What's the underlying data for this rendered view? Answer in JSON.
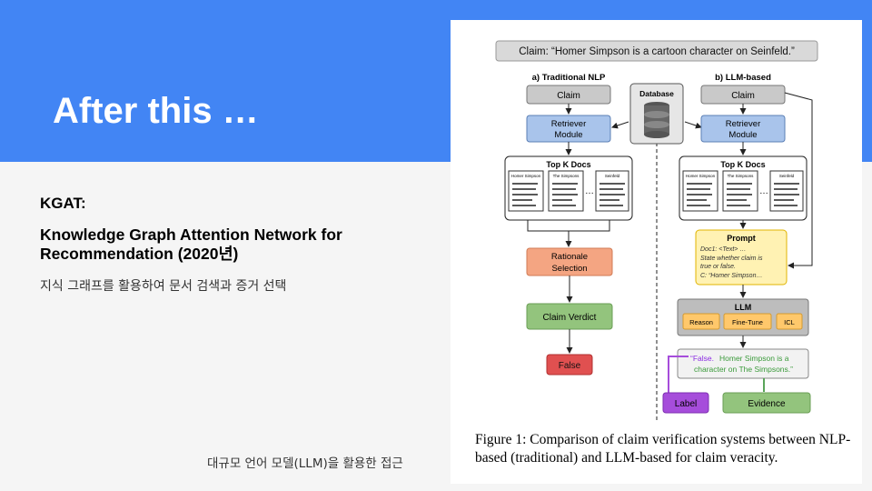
{
  "slide": {
    "title": "After this …",
    "subtitle": "KGAT:",
    "paper_title": "Knowledge Graph Attention Network for Recommendation (2020년)",
    "description": "지식 그래프를 활용하여 문서 검색과 증거 선택",
    "footer": "대규모 언어 모델(LLM)을 활용한 접근"
  },
  "figure": {
    "claim": "Claim: “Homer Simpson is a cartoon character on Seinfeld.”",
    "left_header": "a) Traditional NLP",
    "right_header": "b) LLM-based",
    "database": "Database",
    "claim_box": "Claim",
    "retriever_1": "Retriever",
    "retriever_2": "Module",
    "topk": "Top K Docs",
    "doc1": "Homer Simpson",
    "doc2": "The Simpsons",
    "doc3": "Seinfeld",
    "rationale_1": "Rationale",
    "rationale_2": "Selection",
    "verdict": "Claim Verdict",
    "false_label": "False",
    "prompt_title": "Prompt",
    "prompt_l1": "Doc1: <Text> …",
    "prompt_l2": "State whether claim is",
    "prompt_l3": "true or false.",
    "prompt_l4": "C: “Homer Simpson…",
    "llm": "LLM",
    "reason": "Reason",
    "finetune": "Fine-Tune",
    "icl": "ICL",
    "output_false": "“False.",
    "output_l1": "Homer Simpson is a",
    "output_l2": "character on The Simpsons.”",
    "label": "Label",
    "evidence": "Evidence",
    "caption": "Figure 1: Comparison of claim verification systems between NLP-based (traditional) and LLM-based for claim veracity."
  },
  "colors": {
    "accent": "#4285f4",
    "retriever": "#a9c4eb",
    "rationale": "#f4a582",
    "verdict": "#93c47d",
    "false": "#e05050",
    "prompt": "#fff2b3",
    "llm": "#bdbdbd",
    "llm_chip": "#ffc86b",
    "label": "#a64ddb"
  }
}
